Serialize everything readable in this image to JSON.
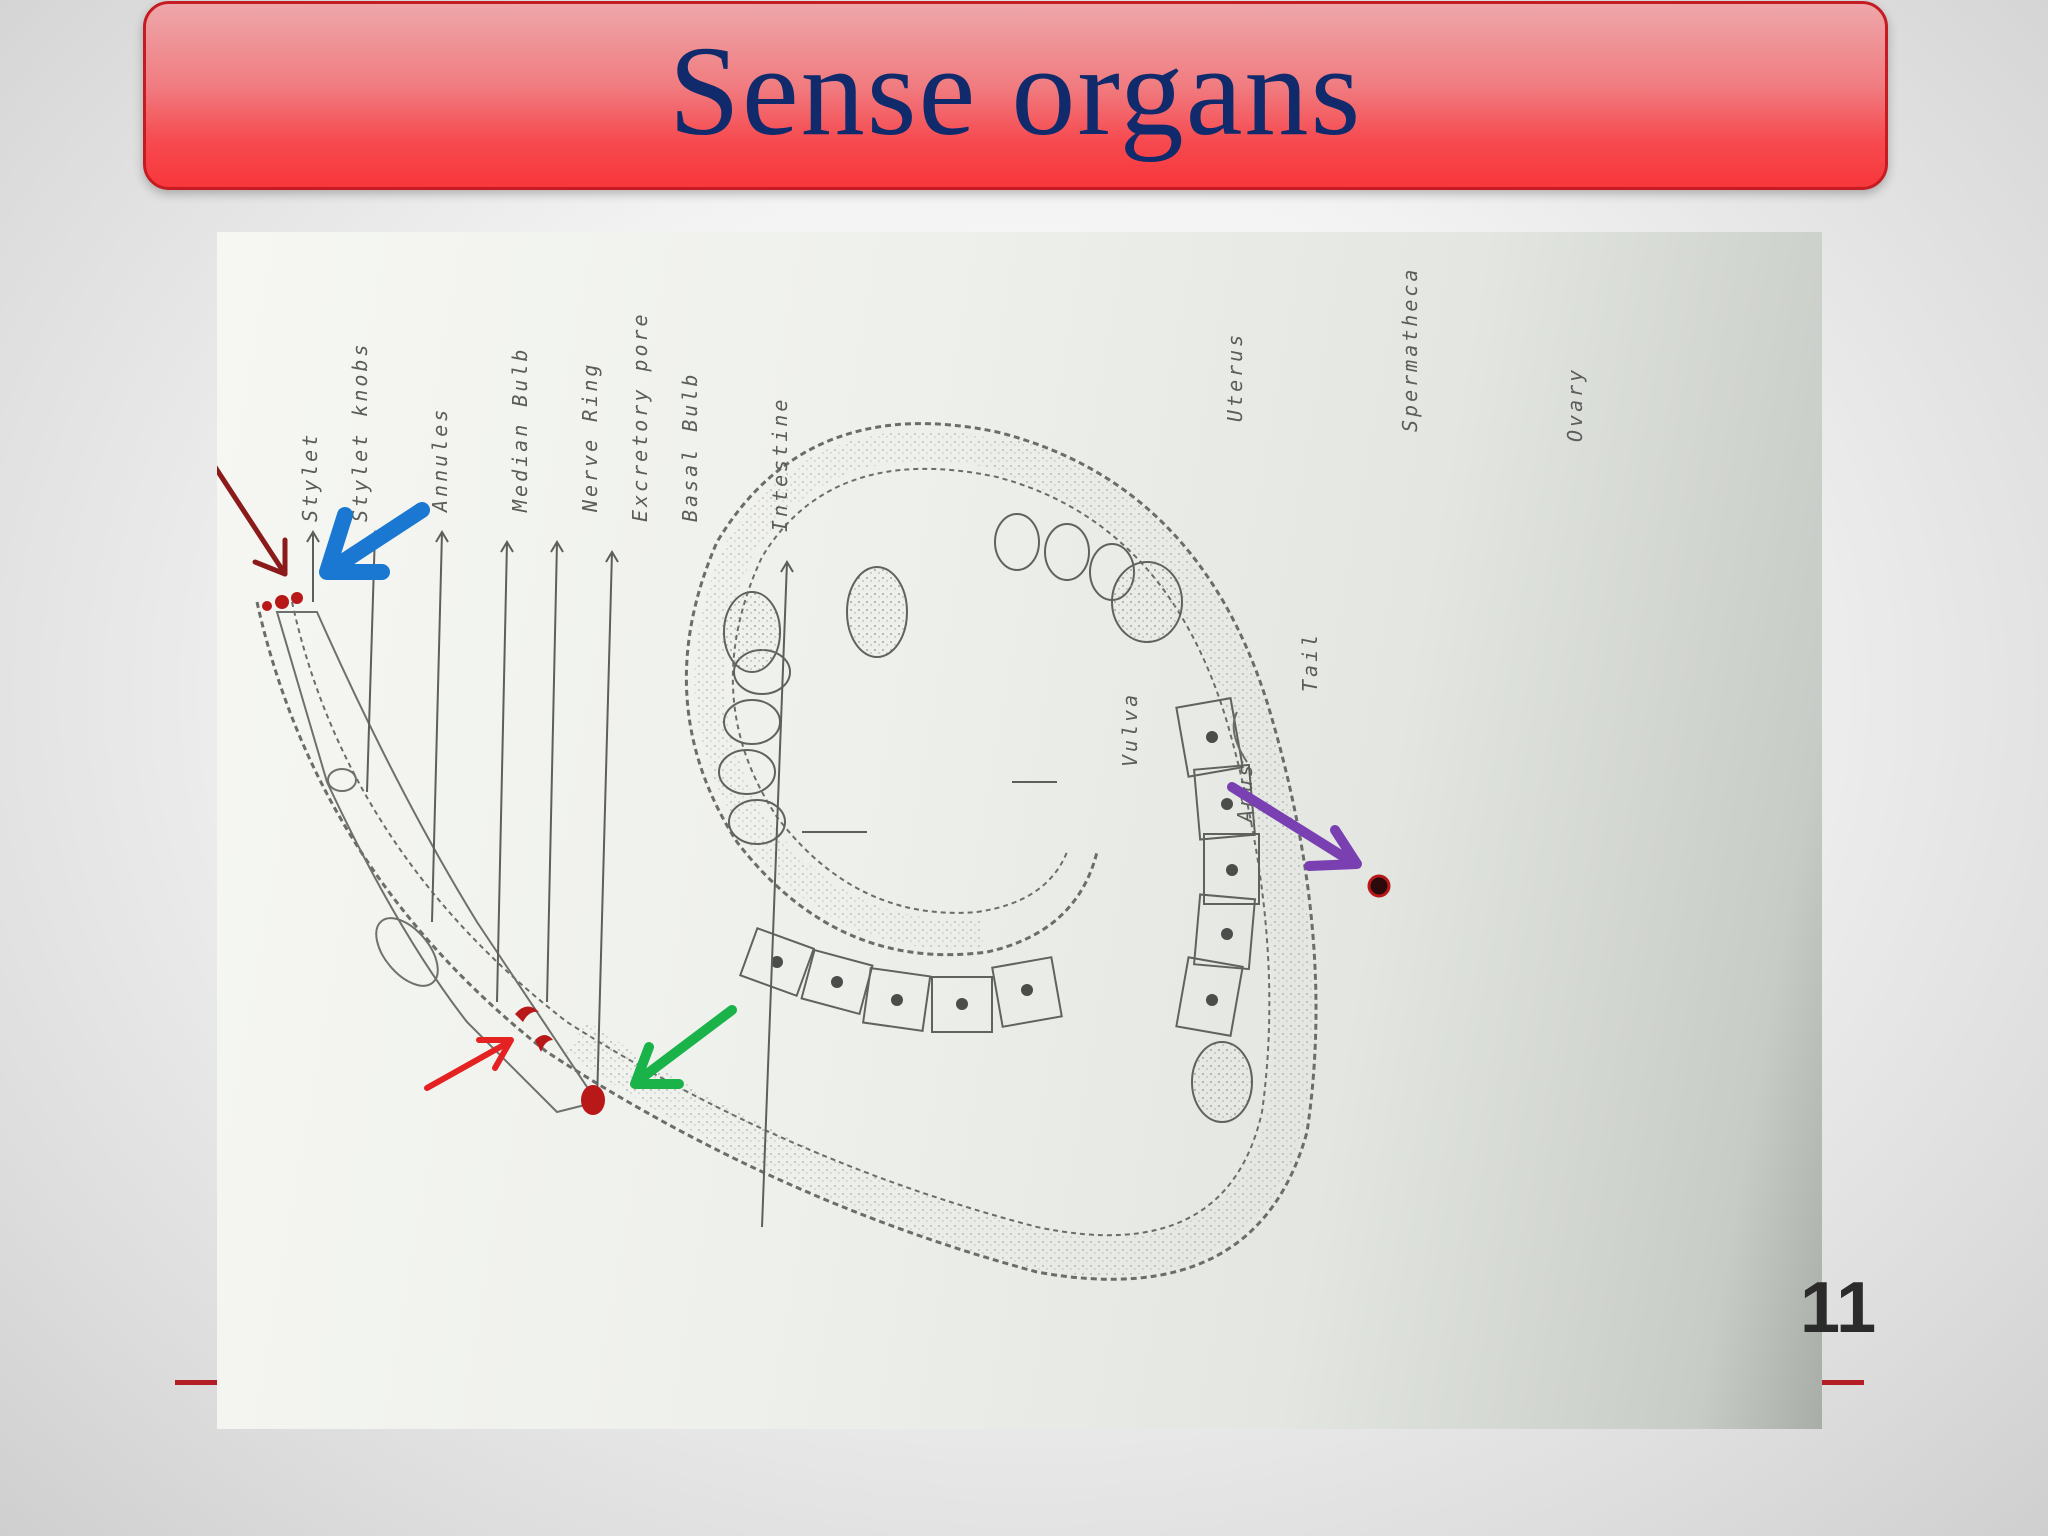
{
  "slide": {
    "title": "Sense organs",
    "page_number": "11"
  },
  "diagram": {
    "labels": [
      "Stylet",
      "Stylet knobs",
      "Annules",
      "Median Bulb",
      "Nerve Ring",
      "Excretory pore",
      "Basal Bulb",
      "Intestine",
      "Uterus",
      "Spermatheca",
      "Ovary",
      "Vulva",
      "Tail",
      "Anus"
    ],
    "arrow_colors": {
      "dark_red": "#8b1a1a",
      "blue": "#1a78d2",
      "red": "#e52222",
      "green": "#19b34a",
      "purple": "#7a3fb0"
    },
    "marker_color": "#b81818"
  }
}
